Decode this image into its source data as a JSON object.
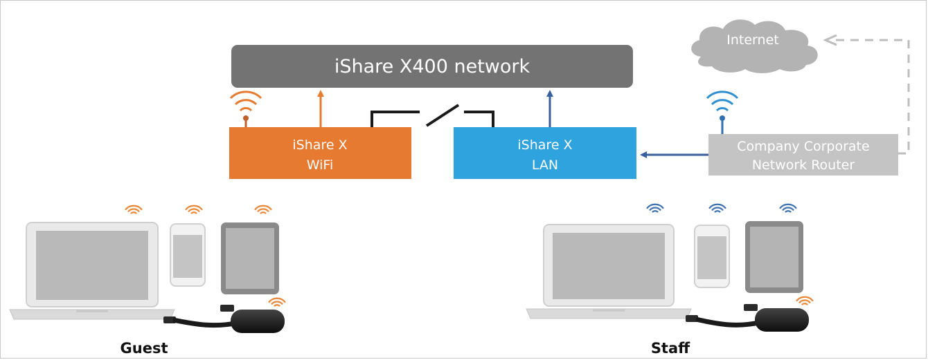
{
  "network": {
    "label": "iShare X400 network"
  },
  "wifi_box": {
    "line1": "iShare X",
    "line2": "WiFi"
  },
  "lan_box": {
    "line1": "iShare X",
    "line2": "LAN"
  },
  "router": {
    "line1": "Company Corporate",
    "line2": "Network Router"
  },
  "internet": {
    "label": "Internet"
  },
  "groups": {
    "guest": "Guest",
    "staff": "Staff"
  },
  "colors": {
    "network": "#737373",
    "wifi": "#e67a30",
    "lan": "#2ea3dd",
    "router": "#c4c4c4",
    "arrow_lan": "#3a5f9e",
    "wifi_guest": "#e8883a",
    "wifi_staff": "#3f72b0"
  }
}
